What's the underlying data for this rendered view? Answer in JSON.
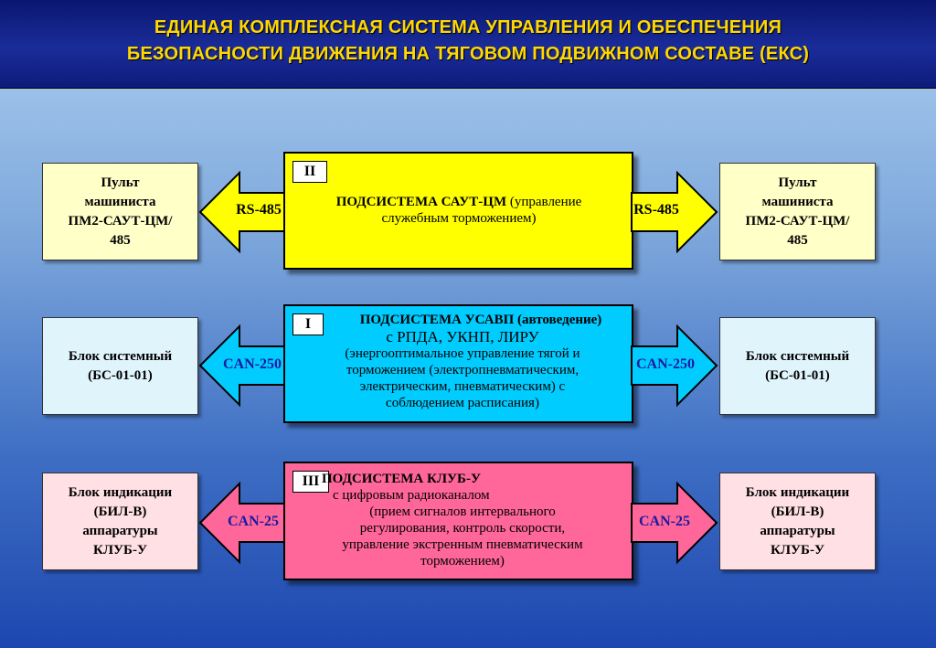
{
  "header": {
    "title_line1": "ЕДИНАЯ КОМПЛЕКСНАЯ СИСТЕМА УПРАВЛЕНИЯ И ОБЕСПЕЧЕНИЯ",
    "title_line2": "БЕЗОПАСНОСТИ ДВИЖЕНИЯ НА ТЯГОВОМ ПОДВИЖНОМ СОСТАВЕ (ЕКС)"
  },
  "rows": [
    {
      "roman": "II",
      "title": "ПОДСИСТЕМА САУТ-ЦМ",
      "title_suffix": " (управление",
      "lines": [
        "служебным торможением)"
      ],
      "protocol_left": "RS-485",
      "protocol_right": "RS-485",
      "side_left": [
        "Пульт",
        "машиниста",
        "ПМ2-САУТ-ЦМ/",
        "485"
      ],
      "side_right": [
        "Пульт",
        "машиниста",
        "ПМ2-САУТ-ЦМ/",
        "485"
      ],
      "color": "#ffff00",
      "arrow_color": "#ffff00",
      "protocol_color": "#000000"
    },
    {
      "roman": "I",
      "title": "ПОДСИСТЕМА УСАВП (автоведение)",
      "subtitle": "с РПДА, УКНП, ЛИРУ",
      "lines": [
        "(энергооптимальное управление тягой и",
        "торможением (электропневматическим,",
        "электрическим, пневматическим) с",
        "соблюдением расписания)"
      ],
      "protocol_left": "CAN-250",
      "protocol_right": "CAN-250",
      "side_left": [
        "Блок системный",
        "(БС-01-01)"
      ],
      "side_right": [
        "Блок системный",
        "(БС-01-01)"
      ],
      "color": "#00ccff",
      "arrow_color": "#00ccff",
      "protocol_color": "#1a1aa0"
    },
    {
      "roman": "III",
      "title": "ПОДСИСТЕМА КЛУБ-У",
      "subtitle": "с цифровым радиоканалом",
      "lines": [
        "(прием сигналов интервального",
        "регулирования, контроль скорости,",
        "управление экстренным пневматическим",
        "торможением)"
      ],
      "protocol_left": "CAN-25",
      "protocol_right": "CAN-25",
      "side_left": [
        "Блок индикации",
        "(БИЛ-В)",
        "аппаратуры",
        "КЛУБ-У"
      ],
      "side_right": [
        "Блок индикации",
        "(БИЛ-В)",
        "аппаратуры",
        "КЛУБ-У"
      ],
      "color": "#ff6699",
      "arrow_color": "#ff6699",
      "protocol_color": "#1a1aa0"
    }
  ]
}
